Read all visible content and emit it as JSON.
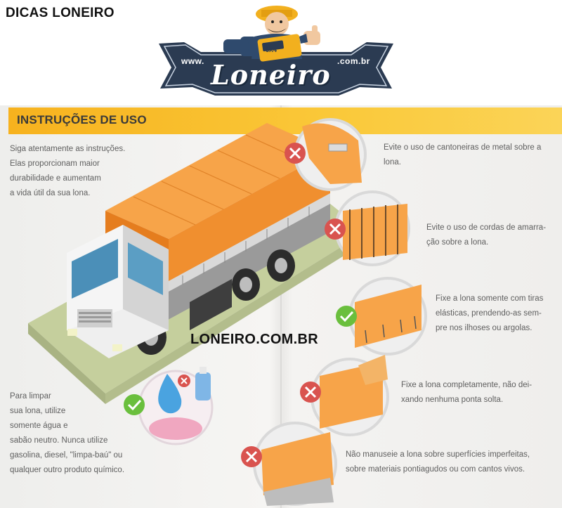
{
  "header": {
    "title": "DICAS LONEIRO"
  },
  "logo": {
    "prefix": "www.",
    "name": "Loneiro",
    "suffix": ".com.br",
    "badge": "6X4",
    "colors": {
      "navy": "#2b3b52",
      "accent": "#f2b01e"
    }
  },
  "section": {
    "title": "INSTRUÇÕES DE USO",
    "bar_color": "#f7b21e"
  },
  "intro": {
    "lines": [
      "Siga atentamente as instruções.",
      "Elas proporcionam maior",
      "durabilidade e aumentam",
      "a vida útil da sua lona."
    ]
  },
  "tips": [
    {
      "status": "wrong",
      "icon": "x-circle-icon",
      "lines": [
        "Evite o uso de cantoneiras de metal sobre a",
        "lona."
      ]
    },
    {
      "status": "wrong",
      "icon": "x-circle-icon",
      "lines": [
        "Evite o uso de cordas de amarra-",
        "ção sobre a lona."
      ]
    },
    {
      "status": "right",
      "icon": "check-circle-icon",
      "lines": [
        "Fixe a lona somente com tiras",
        "elásticas, prendendo-as sem-",
        "pre nos ilhoses ou argolas."
      ]
    },
    {
      "status": "wrong",
      "icon": "x-circle-icon",
      "lines": [
        "Fixe a lona completamente, não dei-",
        "xando nenhuma ponta solta."
      ]
    },
    {
      "status": "wrong",
      "icon": "x-circle-icon",
      "lines": [
        "Não manuseie a lona sobre superfícies imperfeitas,",
        "sobre materiais pontiagudos ou com cantos vivos."
      ]
    }
  ],
  "cleaning": {
    "status": "right",
    "icon": "check-circle-icon",
    "lines": [
      "Para limpar",
      "sua lona, utilize",
      "somente água e",
      "sabão neutro. Nunca utilize",
      "gasolina, diesel, \"limpa-baú\" ou",
      "qualquer outro produto químico."
    ]
  },
  "watermark": "LONEIRO.COM.BR",
  "colors": {
    "tarp": "#f59a3a",
    "tarp_dark": "#e07e22",
    "wrong": "#d9534f",
    "right": "#6abf3d",
    "ground": "#c9d3a0"
  }
}
